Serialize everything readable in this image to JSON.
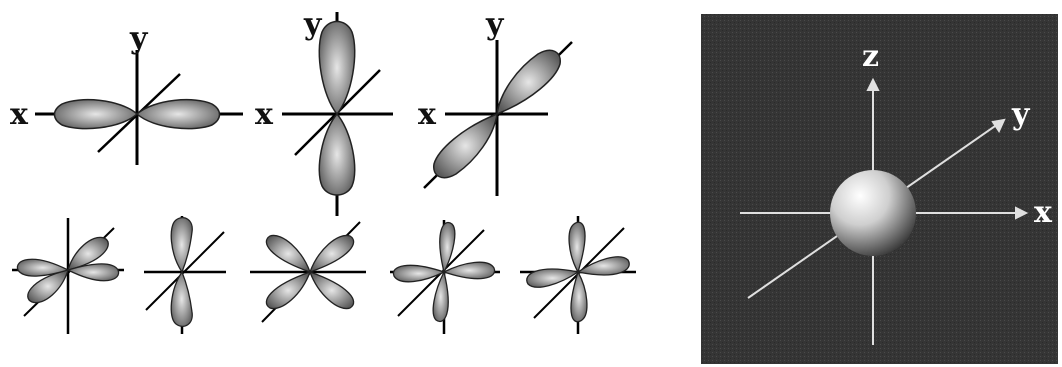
{
  "p_orbitals": {
    "px": {
      "label_y": "y",
      "label_x": "x"
    },
    "py": {
      "label_y": "y",
      "label_x": "x"
    },
    "pz": {
      "label_y": "y",
      "label_x": "x"
    }
  },
  "d_orbitals": {
    "count": 5
  },
  "s_orbital": {
    "label_z": "z",
    "label_y": "y",
    "label_x": "x",
    "panel_color": "#353535",
    "axis_color": "#e0e0e0",
    "label_color": "#ffffff"
  },
  "colors": {
    "lobe_fill": "#909090",
    "lobe_edge": "#222222",
    "axis": "#000000",
    "label": "#111111"
  }
}
